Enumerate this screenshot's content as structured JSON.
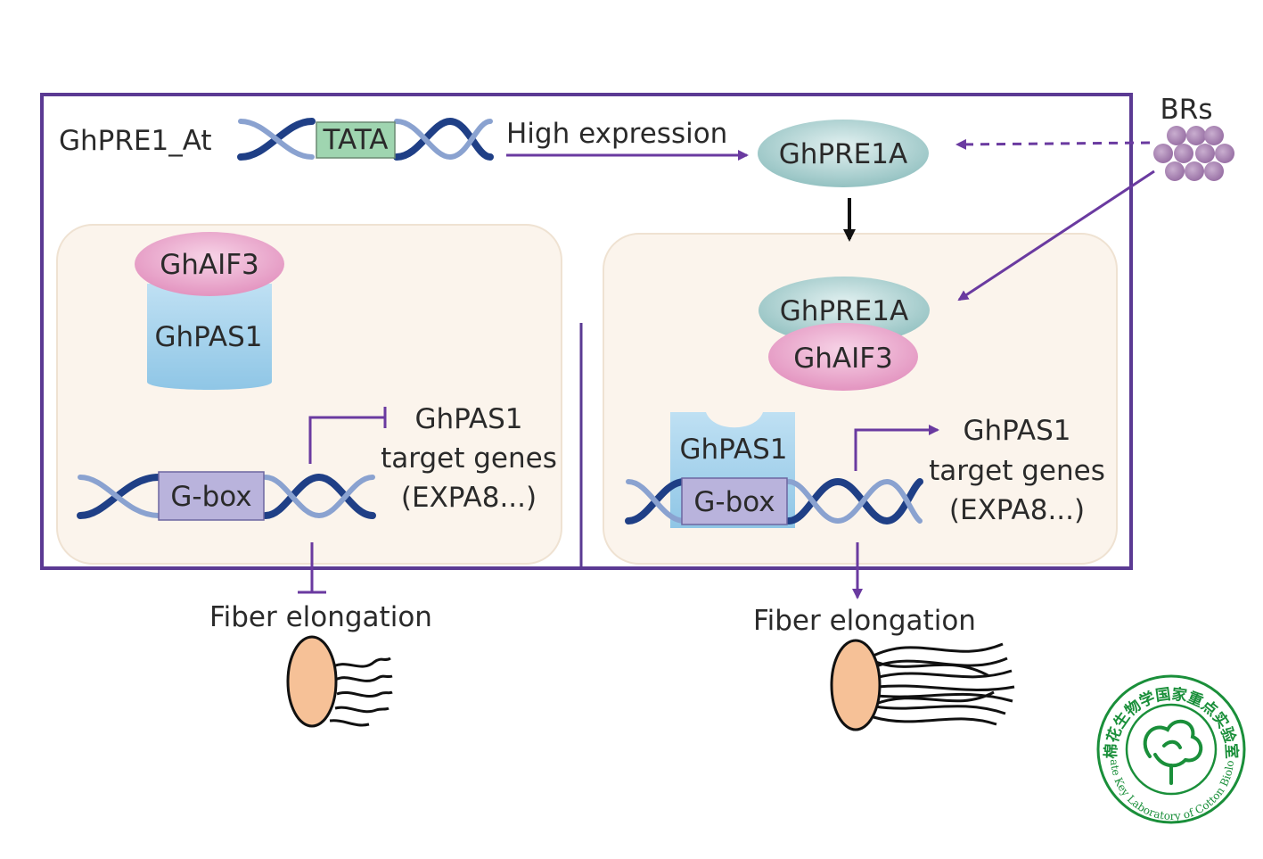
{
  "promoter": {
    "gene": "GhPRE1_At",
    "element": "TATA"
  },
  "high_expression_label": "High expression",
  "stimulus": "BRs",
  "proteins": {
    "pre1a_top": "GhPRE1A",
    "aif3_left": "GhAIF3",
    "pas1_left": "GhPAS1",
    "pre1a_complex": "GhPRE1A",
    "aif3_right": "GhAIF3",
    "pas1_right": "GhPAS1"
  },
  "left_panel": {
    "gbox": "G-box",
    "target_line1": "GhPAS1",
    "target_line2": "target genes",
    "target_line3": "(EXPA8...)",
    "outcome": "Fiber elongation"
  },
  "right_panel": {
    "gbox": "G-box",
    "target_line1": "GhPAS1",
    "target_line2": "target genes",
    "target_line3": "(EXPA8...)",
    "outcome": "Fiber elongation"
  },
  "logo": {
    "chinese": "棉花生物学国家重点实验室",
    "english": "State Key Laboratory of Cotton Biology"
  },
  "colors": {
    "frame": "#5b3a93",
    "arrow": "#6a3aa0",
    "panel_bg": "#fbf4ec",
    "panel_border": "#efe2d2",
    "teal_protein": "#a9cfcf",
    "pink_protein": "#e9a6cb",
    "blue_protein": "#a6d3ec",
    "gbox": "#b9b3dc",
    "tata": "#9fd5b0",
    "dna_dark": "#1f3f86",
    "dna_light": "#8aa2d0",
    "seed": "#f6c197",
    "logo_green": "#1a8f3a"
  }
}
